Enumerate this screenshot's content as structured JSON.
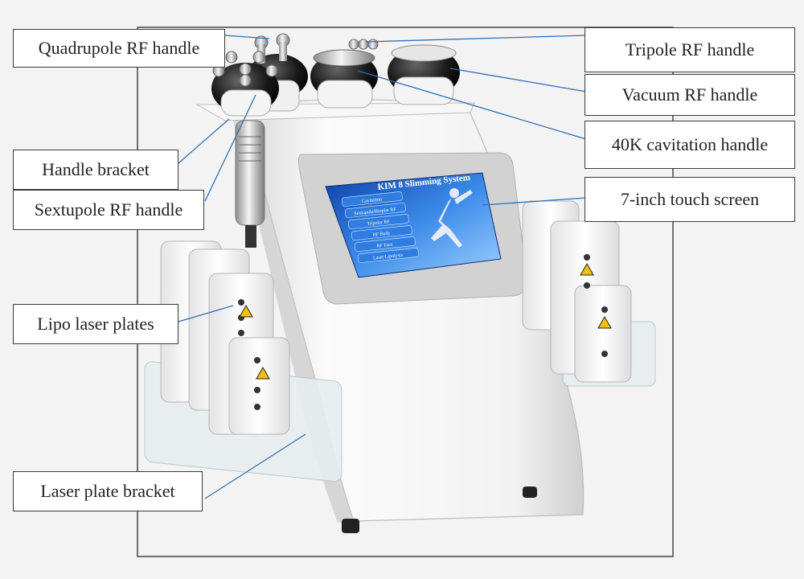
{
  "labels": {
    "quadrupole": "Quadrupole RF handle",
    "tripole": "Tripole RF handle",
    "vacuum": "Vacuum RF handle",
    "cavitation": "40K cavitation handle",
    "touch_screen": "7-inch touch screen",
    "handle_bracket": "Handle bracket",
    "sextupole": "Sextupole RF handle",
    "lipo_plates": "Lipo laser plates",
    "plate_bracket": "Laser plate bracket"
  },
  "screen": {
    "title": "KIM 8 Slimming System",
    "menu": [
      "Cavitation",
      "Sextupole/Bioplar RF",
      "Tripolar RF",
      "RF Body",
      "RF Face",
      "Laser Lipolysis"
    ]
  },
  "colors": {
    "leader_line": "#2f6fb5",
    "screen_blue": "#1e63d6",
    "device_white": "#fafafa"
  }
}
